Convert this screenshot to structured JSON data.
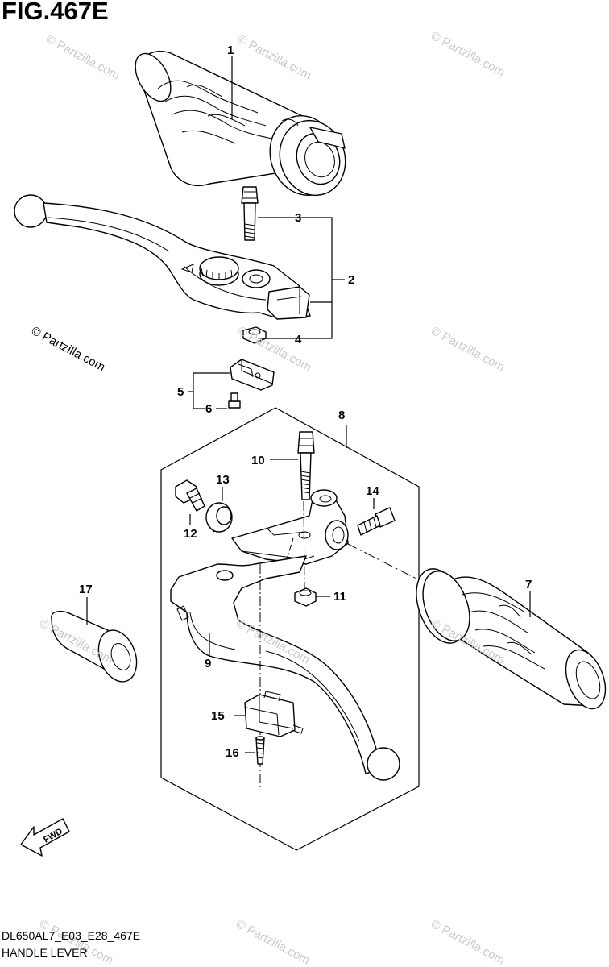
{
  "figure": {
    "title": "FIG.467E",
    "code": "DL650AL7_E03_E28_467E",
    "caption": "HANDLE LEVER",
    "copyright": "© Partzilla.com",
    "watermark": "© Partzilla.com"
  },
  "callouts": {
    "c1": "1",
    "c2": "2",
    "c3": "3",
    "c4": "4",
    "c5": "5",
    "c6": "6",
    "c7": "7",
    "c8": "8",
    "c9": "9",
    "c10": "10",
    "c11": "11",
    "c12": "12",
    "c13": "13",
    "c14": "14",
    "c15": "15",
    "c16": "16",
    "c17": "17"
  },
  "fwd_arrow": "FWD"
}
